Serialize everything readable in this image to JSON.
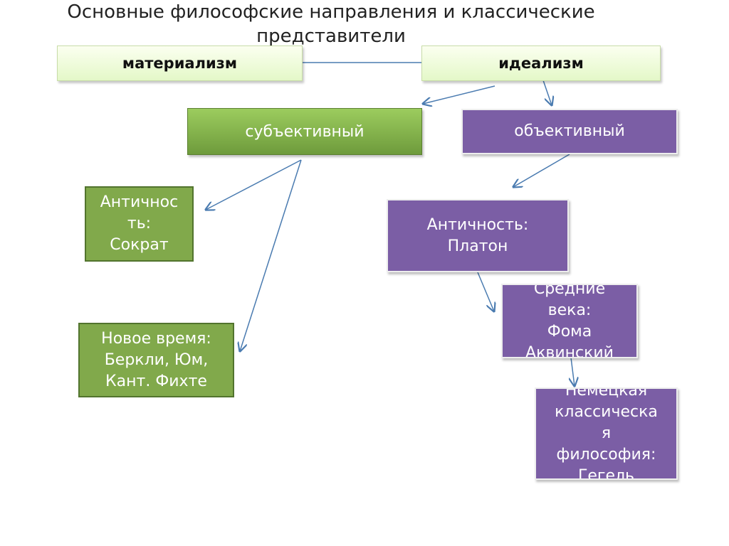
{
  "title": "Основные философские направления и классические представители",
  "nodes": {
    "materialism": "материализм",
    "idealism": "идеализм",
    "subjective": "субъективный",
    "objective": "объективный",
    "antiquity_socrates": "Античнос\nть:\nСократ",
    "modern_times": "Новое время:\nБеркли, Юм,\nКант. Фихте",
    "antiquity_plato": "Античность:\nПлатон",
    "middle_ages": "Средние\nвека:\nФома\nАквинский",
    "german_classical": "Немецкая\nклассическа\nя\nфилософия:\nГегель"
  },
  "colors": {
    "light_green": "#e8f8d0",
    "green": "#81a94b",
    "purple": "#7b5ea5",
    "connector": "#4a7bb0"
  }
}
